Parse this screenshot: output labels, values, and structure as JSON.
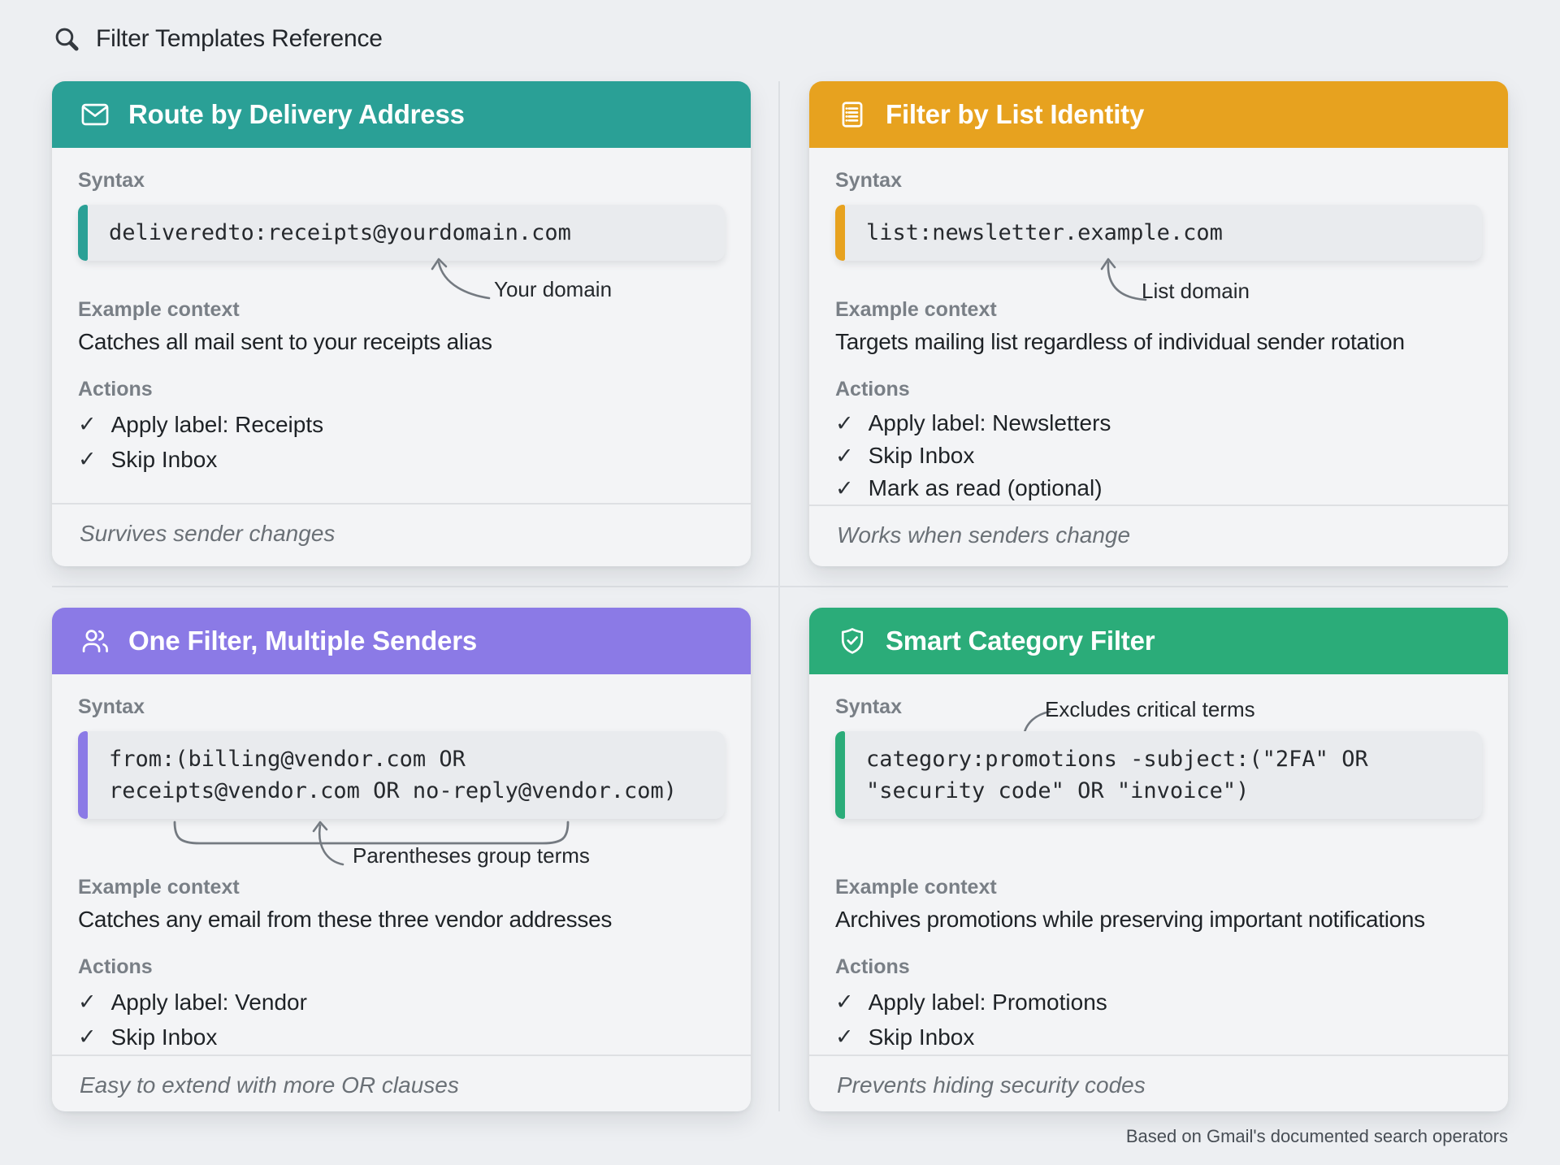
{
  "page": {
    "title": "Filter Templates Reference",
    "attribution": "Based on Gmail's documented search operators"
  },
  "labels": {
    "syntax": "Syntax",
    "example_context": "Example context",
    "actions": "Actions",
    "check": "✓"
  },
  "colors": {
    "teal": "#2aa096",
    "amber": "#e7a21f",
    "purple": "#8b7ae6",
    "green": "#2bac79",
    "page_bg": "#edeff2",
    "card_bg": "#f3f4f6",
    "code_bg": "#e9ebee"
  },
  "cards": [
    {
      "title": "Route by Delivery Address",
      "icon": "envelope-icon",
      "accent": "#2aa096",
      "code_lines": [
        "deliveredto:receipts@yourdomain.com"
      ],
      "annotation": "Your domain",
      "context": "Catches all mail sent to your receipts alias",
      "actions": [
        "Apply label: Receipts",
        "Skip Inbox"
      ],
      "footer": "Survives sender changes"
    },
    {
      "title": "Filter by List Identity",
      "icon": "list-icon",
      "accent": "#e7a21f",
      "code_lines": [
        "list:newsletter.example.com"
      ],
      "annotation": "List domain",
      "context": "Targets mailing list regardless of individual sender rotation",
      "actions": [
        "Apply label: Newsletters",
        "Skip Inbox",
        "Mark as read (optional)"
      ],
      "footer": "Works when senders change"
    },
    {
      "title": "One Filter, Multiple Senders",
      "icon": "users-icon",
      "accent": "#8b7ae6",
      "code_lines": [
        "from:(billing@vendor.com OR",
        "receipts@vendor.com OR no-reply@vendor.com)"
      ],
      "annotation": "Parentheses group terms",
      "context": "Catches any email from these three vendor addresses",
      "actions": [
        "Apply label: Vendor",
        "Skip Inbox"
      ],
      "footer": "Easy to extend with more OR clauses"
    },
    {
      "title": "Smart Category Filter",
      "icon": "shield-check-icon",
      "accent": "#2bac79",
      "code_lines": [
        "category:promotions -subject:(\"2FA\" OR",
        "\"security code\" OR \"invoice\")"
      ],
      "annotation": "Excludes critical terms",
      "context": "Archives promotions while preserving important notifications",
      "actions": [
        "Apply label: Promotions",
        "Skip Inbox"
      ],
      "footer": "Prevents hiding security codes"
    }
  ]
}
